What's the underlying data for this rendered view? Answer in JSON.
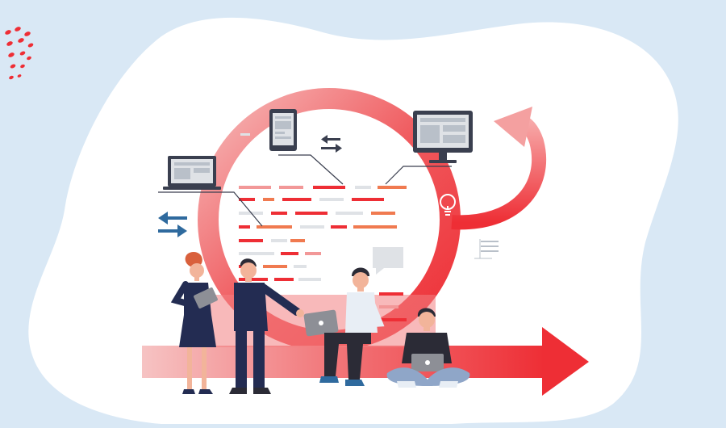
{
  "illustration": {
    "theme": "agile-development-cycle",
    "colors": {
      "background": "#d9e8f5",
      "blob": "#ffffff",
      "accent_red": "#ee2e35",
      "accent_pink": "#f29898",
      "accent_orange": "#f07a50",
      "arrow_blue": "#2f6a9e",
      "device_dark": "#3a3f4f",
      "screen_gray": "#dfe2e6",
      "suit_navy": "#232c52",
      "skin": "#f2b49a",
      "hair_dark": "#2b2b36",
      "hair_red": "#d9603c"
    },
    "icons": [
      "dotted-logo-icon",
      "cycle-ring-icon",
      "curved-return-arrow-icon",
      "progress-arrow-icon",
      "laptop-icon",
      "tablet-icon",
      "monitor-icon",
      "swap-arrows-icon",
      "lightbulb-icon",
      "speech-bubble-icon"
    ],
    "people": [
      "woman-with-tablet",
      "man-in-suit-handshake",
      "man-sitting-with-laptop",
      "man-crosslegged-with-laptop"
    ]
  }
}
